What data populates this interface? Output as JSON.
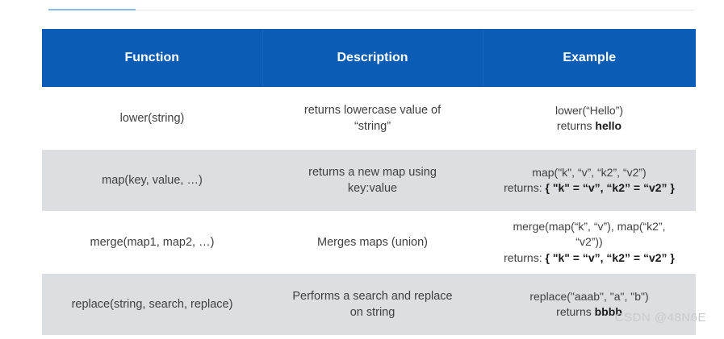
{
  "top_rule": {
    "active_color": "#8cb8e8",
    "rest_color": "#e6e7e8"
  },
  "table": {
    "header_background": "#0b5cb5",
    "stripe_background": "#dcdee1",
    "columns": [
      {
        "key": "function",
        "label": "Function"
      },
      {
        "key": "description",
        "label": "Description"
      },
      {
        "key": "example",
        "label": "Example"
      }
    ],
    "rows": [
      {
        "function": "lower(string)",
        "description_lines": [
          "returns lowercase value of",
          "“string”"
        ],
        "example_lines": [
          {
            "text": "lower(“Hello”)",
            "bold": false
          },
          {
            "prefix": "returns ",
            "bold_text": "hello"
          }
        ],
        "striped": false
      },
      {
        "function": "map(key, value, …)",
        "description_lines": [
          "returns a new map using",
          "key:value"
        ],
        "example_lines": [
          {
            "text": "map(\"k\", “v”, “k2”, “v2”)",
            "bold": false
          },
          {
            "prefix": "returns: ",
            "bold_text": "{ \"k\" = “v”, “k2” = “v2” }"
          }
        ],
        "striped": true
      },
      {
        "function": "merge(map1, map2, …)",
        "description_lines": [
          "Merges maps (union)"
        ],
        "example_lines": [
          {
            "text": "merge(map(“k”, “v”), map(“k2”,",
            "bold": false
          },
          {
            "text": "“v2”))",
            "bold": false
          },
          {
            "prefix": "returns: ",
            "bold_text": "{ \"k\" = “v”, “k2” = “v2” }"
          }
        ],
        "striped": false
      },
      {
        "function": "replace(string, search, replace)",
        "description_lines": [
          "Performs a search and replace",
          "on string"
        ],
        "example_lines": [
          {
            "text": "replace(\"aaab\", \"a\", \"b\")",
            "bold": false
          },
          {
            "prefix": "returns ",
            "bold_text": "bbbb"
          }
        ],
        "striped": true
      }
    ]
  },
  "watermark": {
    "text": "CSDN @48N6E"
  }
}
